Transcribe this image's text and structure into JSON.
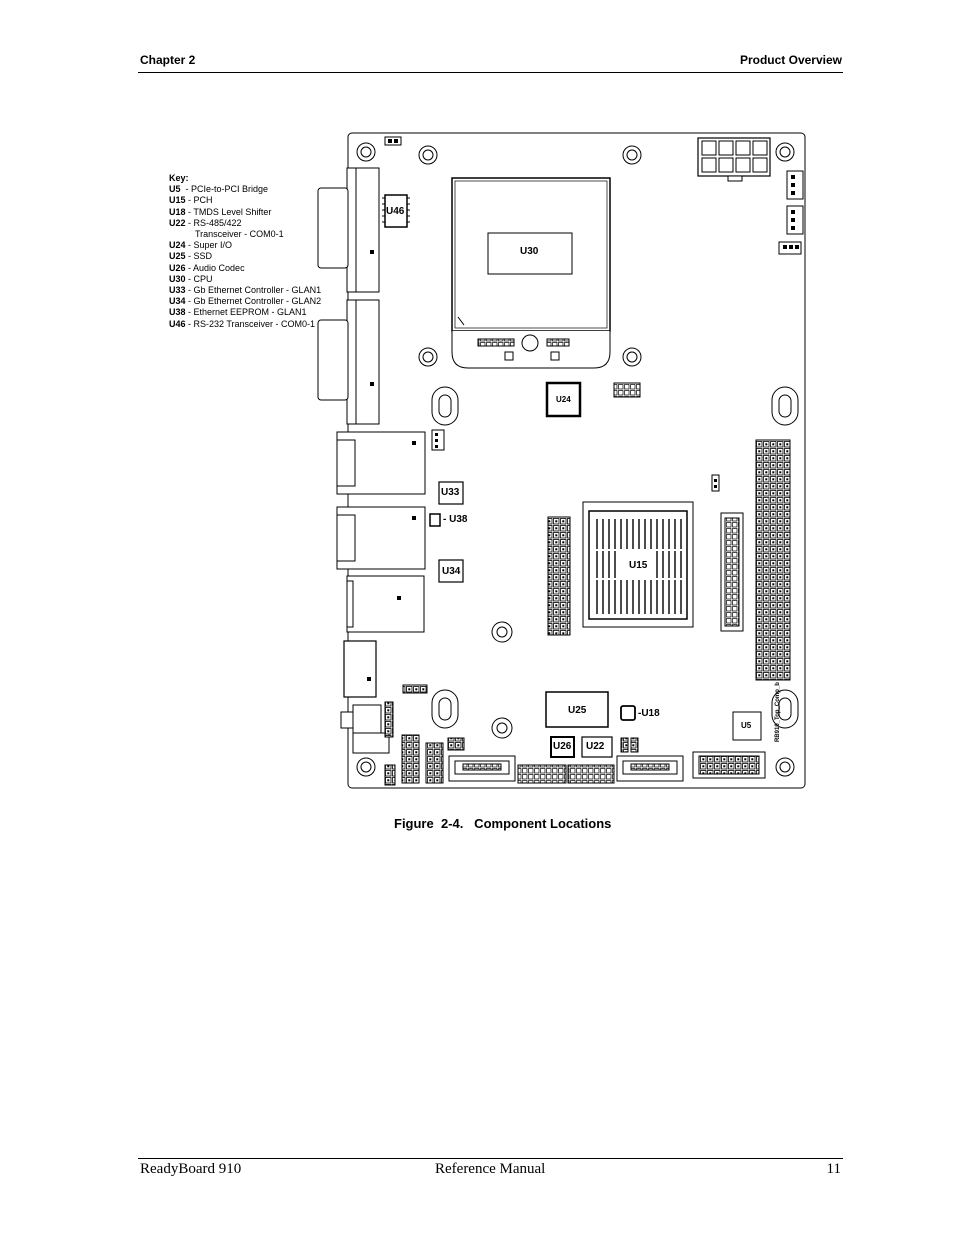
{
  "header": {
    "left": "Chapter 2",
    "right": "Product Overview"
  },
  "figure": {
    "key_title": "Key:",
    "key": [
      {
        "id": "U5",
        "sep": "  - ",
        "desc": "PCIe-to-PCI Bridge"
      },
      {
        "id": "U15",
        "sep": " - ",
        "desc": "PCH"
      },
      {
        "id": "U18",
        "sep": " - ",
        "desc": "TMDS Level Shifter"
      },
      {
        "id": "U22",
        "sep": " - ",
        "desc": "RS-485/422"
      },
      {
        "id": "",
        "sep": "",
        "desc": "Transceiver - COM0-1"
      },
      {
        "id": "U24",
        "sep": " - ",
        "desc": "Super I/O"
      },
      {
        "id": "U25",
        "sep": " - ",
        "desc": "SSD"
      },
      {
        "id": "U26",
        "sep": " - ",
        "desc": "Audio Codec"
      },
      {
        "id": "U30",
        "sep": " - ",
        "desc": "CPU"
      },
      {
        "id": "U33",
        "sep": " - ",
        "desc": "Gb Ethernet Controller - GLAN1"
      },
      {
        "id": "U34",
        "sep": " - ",
        "desc": "Gb Ethernet Controller - GLAN2"
      },
      {
        "id": "U38",
        "sep": " - ",
        "desc": "Ethernet EEPROM - GLAN1"
      },
      {
        "id": "U46",
        "sep": " - ",
        "desc": "RS-232 Transceiver - COM0-1"
      }
    ],
    "chip_labels": {
      "u46": "U46",
      "u30": "U30",
      "u24": "U24",
      "u33": "U33",
      "u38": "- U38",
      "u34": "U34",
      "u15": "U15",
      "u25": "U25",
      "u18": "-U18",
      "u5": "U5",
      "u26": "U26",
      "u22": "U22"
    },
    "side_tag": "RB910_Top_Comp_b",
    "caption": "Figure  2-4.   Component Locations"
  },
  "footer": {
    "left": "ReadyBoard 910",
    "center": "Reference Manual",
    "right": "11"
  }
}
